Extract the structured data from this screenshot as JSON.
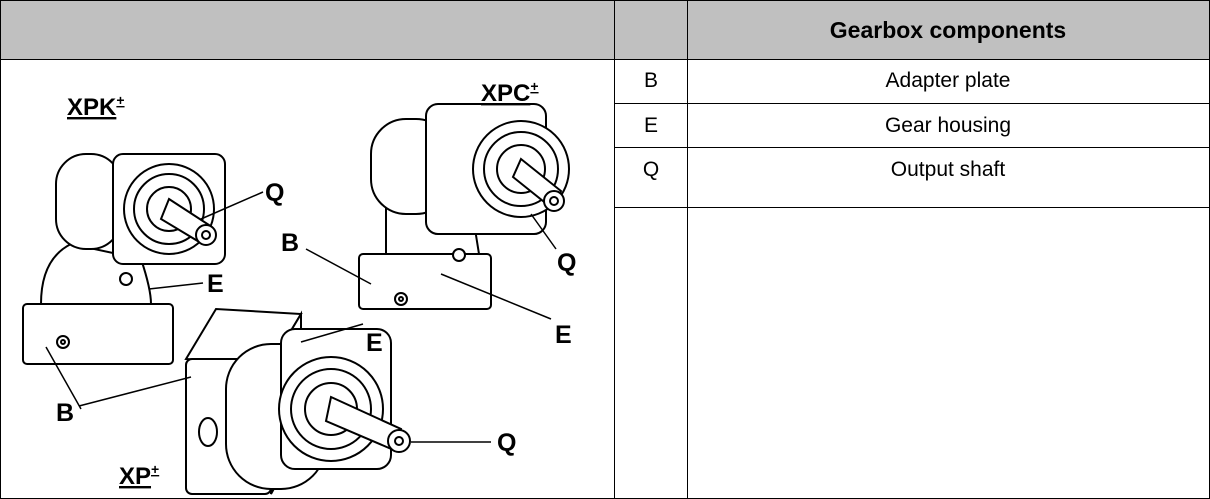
{
  "table": {
    "header": {
      "col1": "",
      "col2": "",
      "col3": "Gearbox components"
    },
    "rows": [
      {
        "code": "B",
        "name": "Adapter plate"
      },
      {
        "code": "E",
        "name": "Gear housing"
      },
      {
        "code": "Q",
        "name": "Output shaft"
      }
    ]
  },
  "illustration": {
    "models": [
      {
        "name": "XPK",
        "sup": "+"
      },
      {
        "name": "XPC",
        "sup": "+"
      },
      {
        "name": "XP",
        "sup": "+"
      }
    ],
    "callouts": [
      "Q",
      "B",
      "E",
      "Q",
      "B",
      "E",
      "E",
      "Q"
    ]
  }
}
